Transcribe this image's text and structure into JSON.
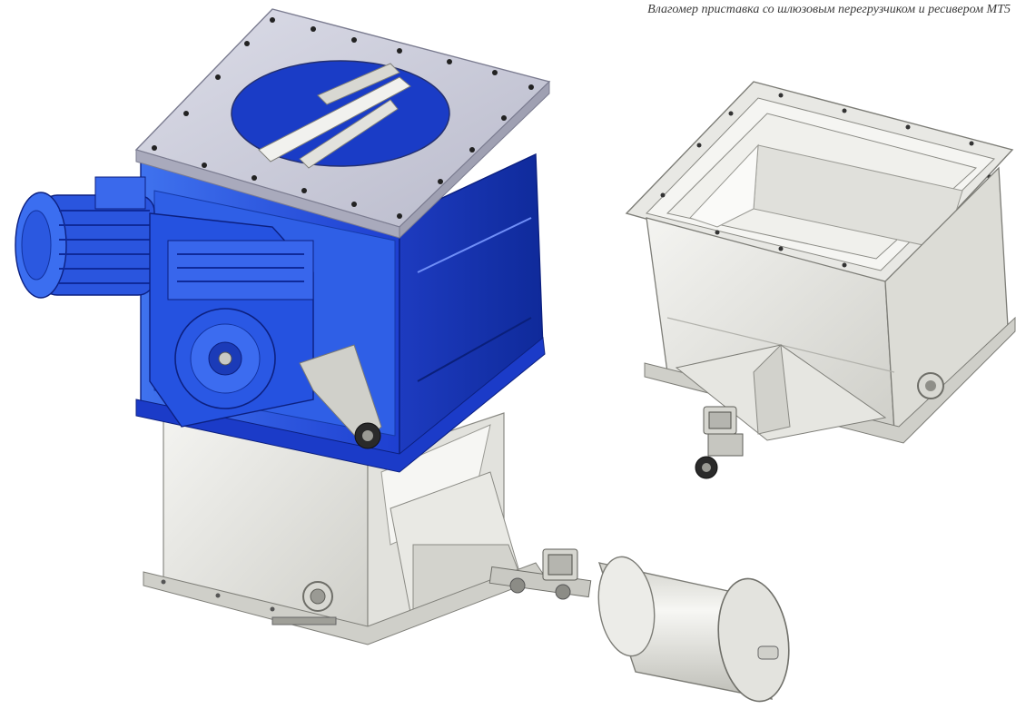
{
  "caption": "Влагомер приставка со шлюзовым перегрузчиком и ресивером МТ5",
  "colors": {
    "motor_blue": "#1e3fd0",
    "motor_blue_light": "#3f72ee",
    "motor_blue_dark": "#0f2a9a",
    "steel_light": "#eeeeea",
    "steel_mid": "#d6d6d0",
    "steel_dark": "#a9a9a2",
    "flange": "#c8c9d8"
  },
  "icons": {
    "left_assembly": "rotary-airlock-with-gear-motor",
    "right_assembly": "hopper-attachment",
    "receiver": "receiver-cylinder"
  }
}
